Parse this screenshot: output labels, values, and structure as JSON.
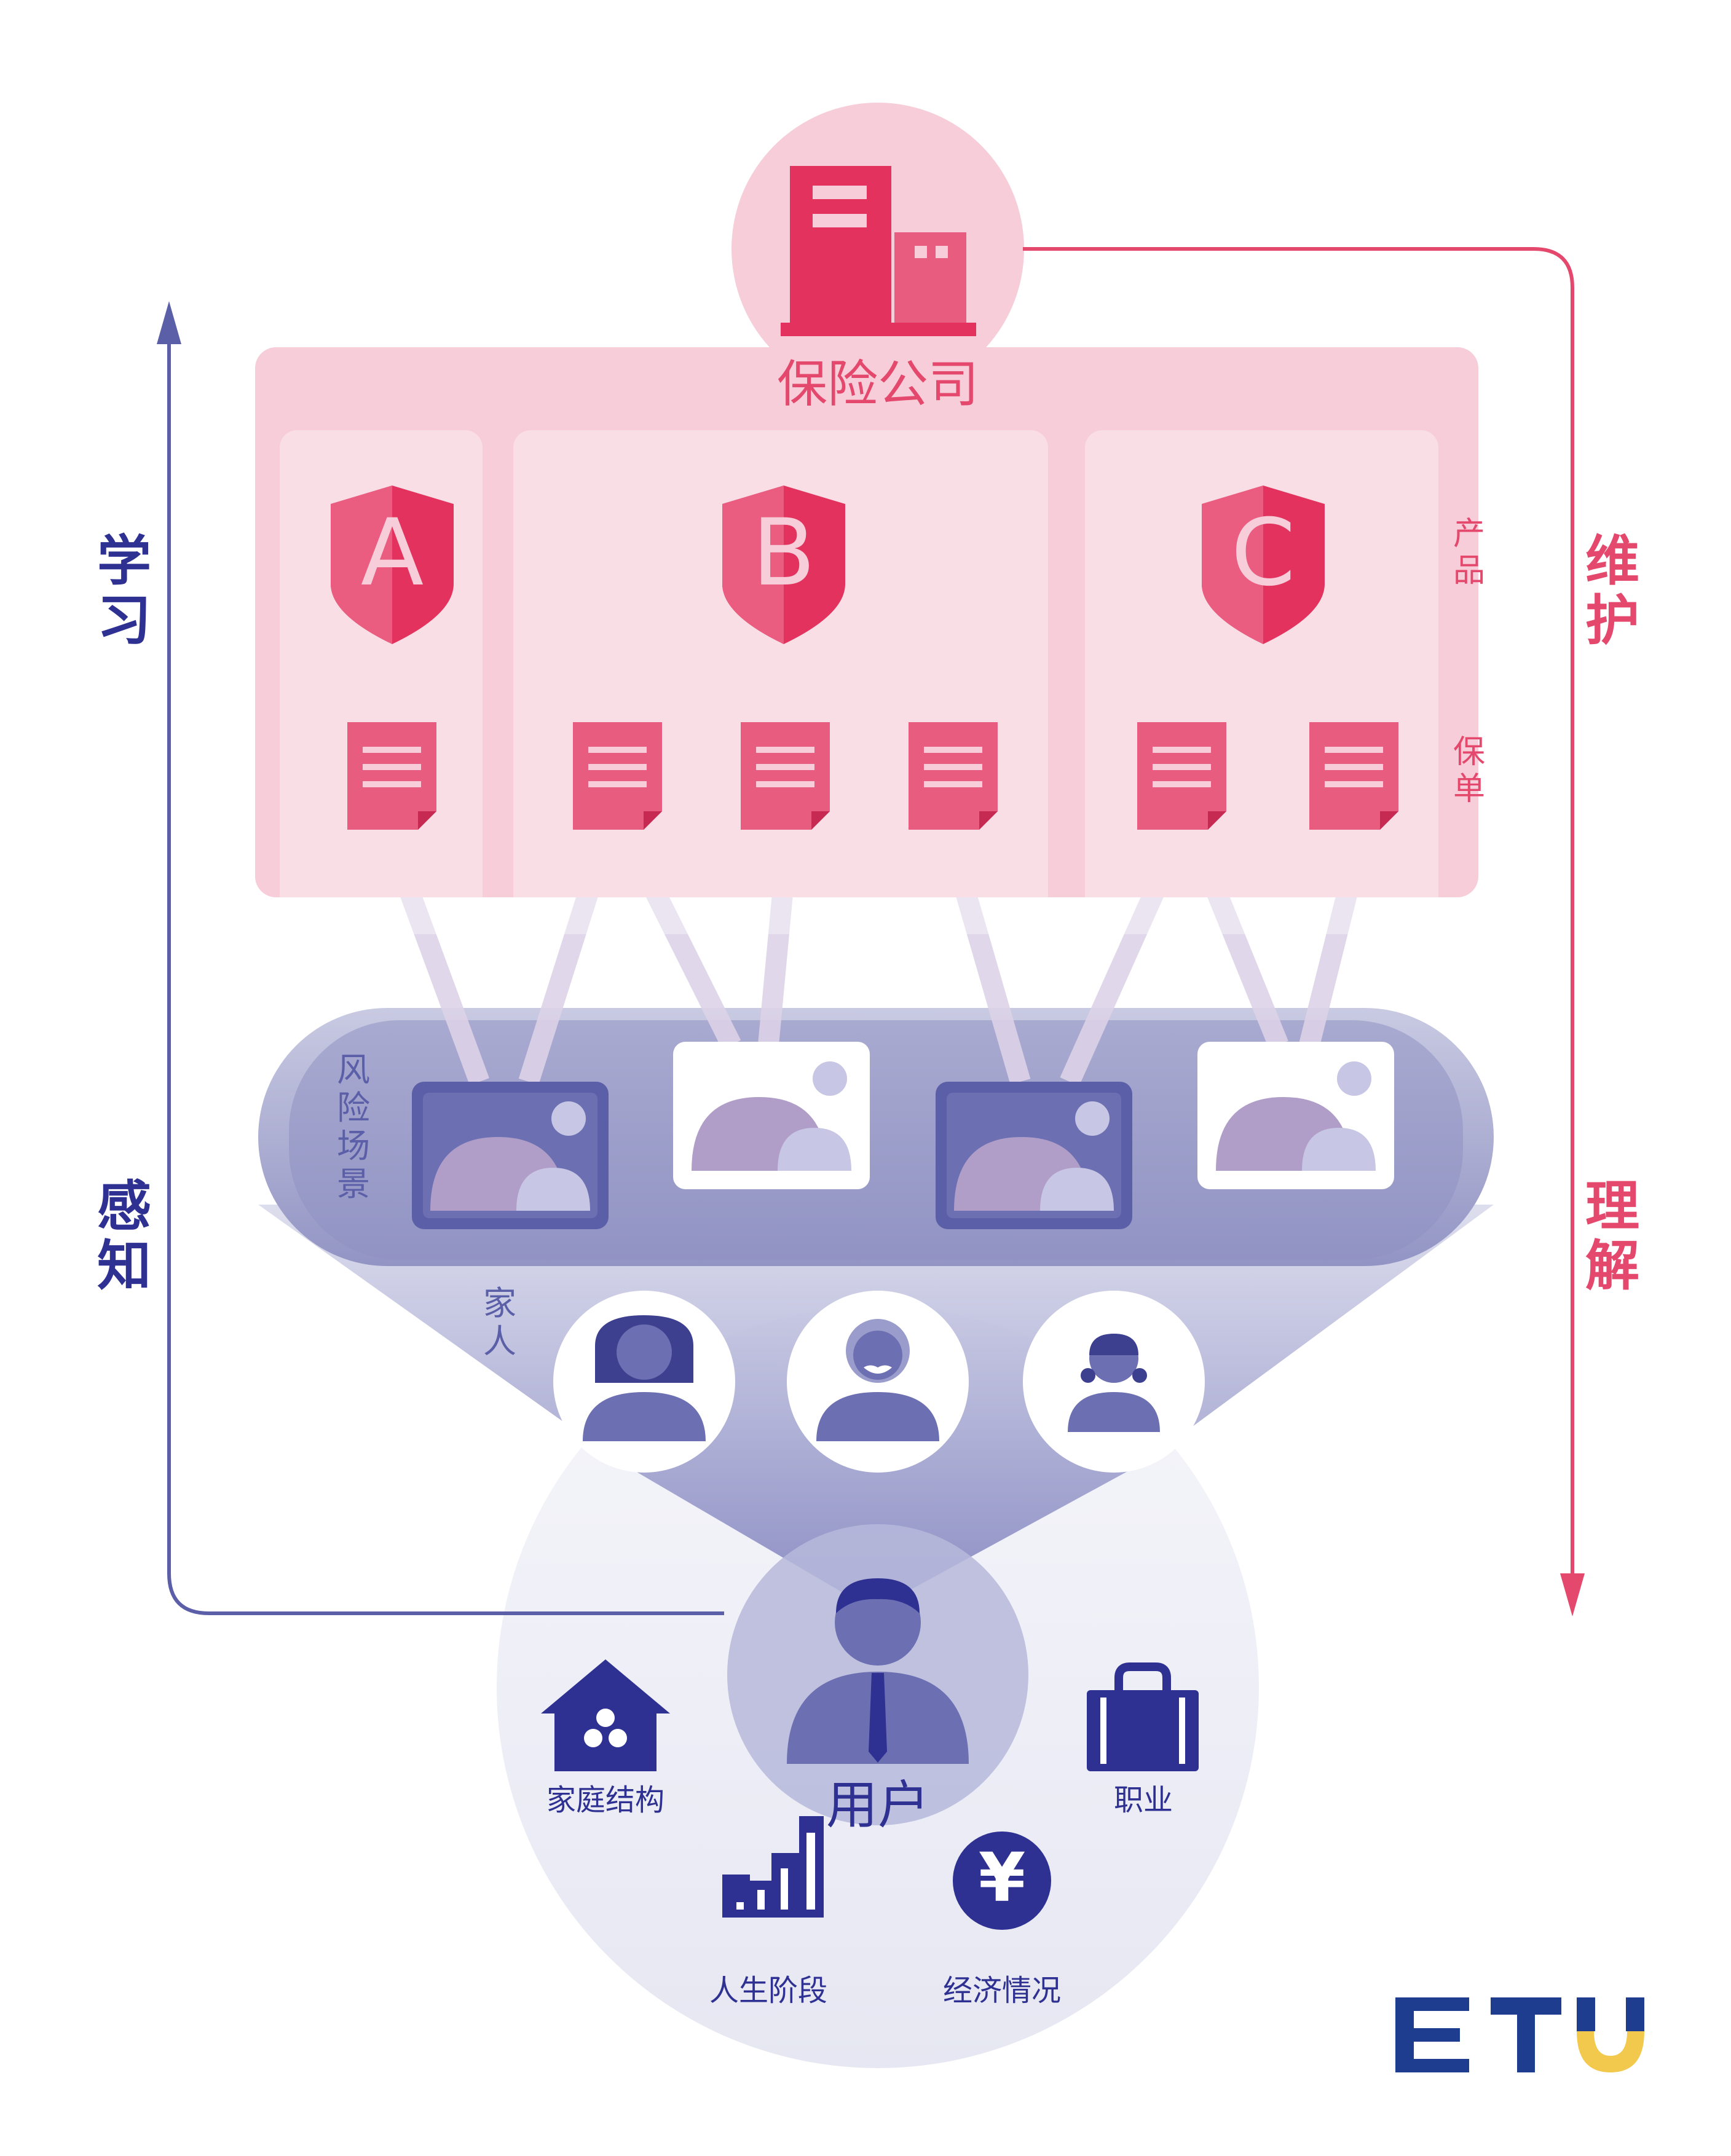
{
  "company": {
    "label": "保险公司"
  },
  "tiers": {
    "products": "产品",
    "policies": "保单"
  },
  "products": [
    {
      "letter": "A"
    },
    {
      "letter": "B"
    },
    {
      "letter": "C"
    }
  ],
  "risk_scenes": {
    "label": "风险场景"
  },
  "family": {
    "label": "家人"
  },
  "user": {
    "label": "用户"
  },
  "attributes": {
    "family_structure": "家庭结构",
    "occupation": "职业",
    "life_stage": "人生阶段",
    "economic": "经济情况",
    "currency_symbol": "¥"
  },
  "flows": {
    "learn": "学习",
    "perceive": "感知",
    "maintain": "维护",
    "understand": "理解"
  },
  "logo": {
    "text": "ETU"
  },
  "colors": {
    "pink": "#e5486d",
    "pink_light": "#f6cdd8",
    "indigo": "#2e3192",
    "indigo_mid": "#5b5fa7",
    "lavender": "#b09ec9"
  }
}
